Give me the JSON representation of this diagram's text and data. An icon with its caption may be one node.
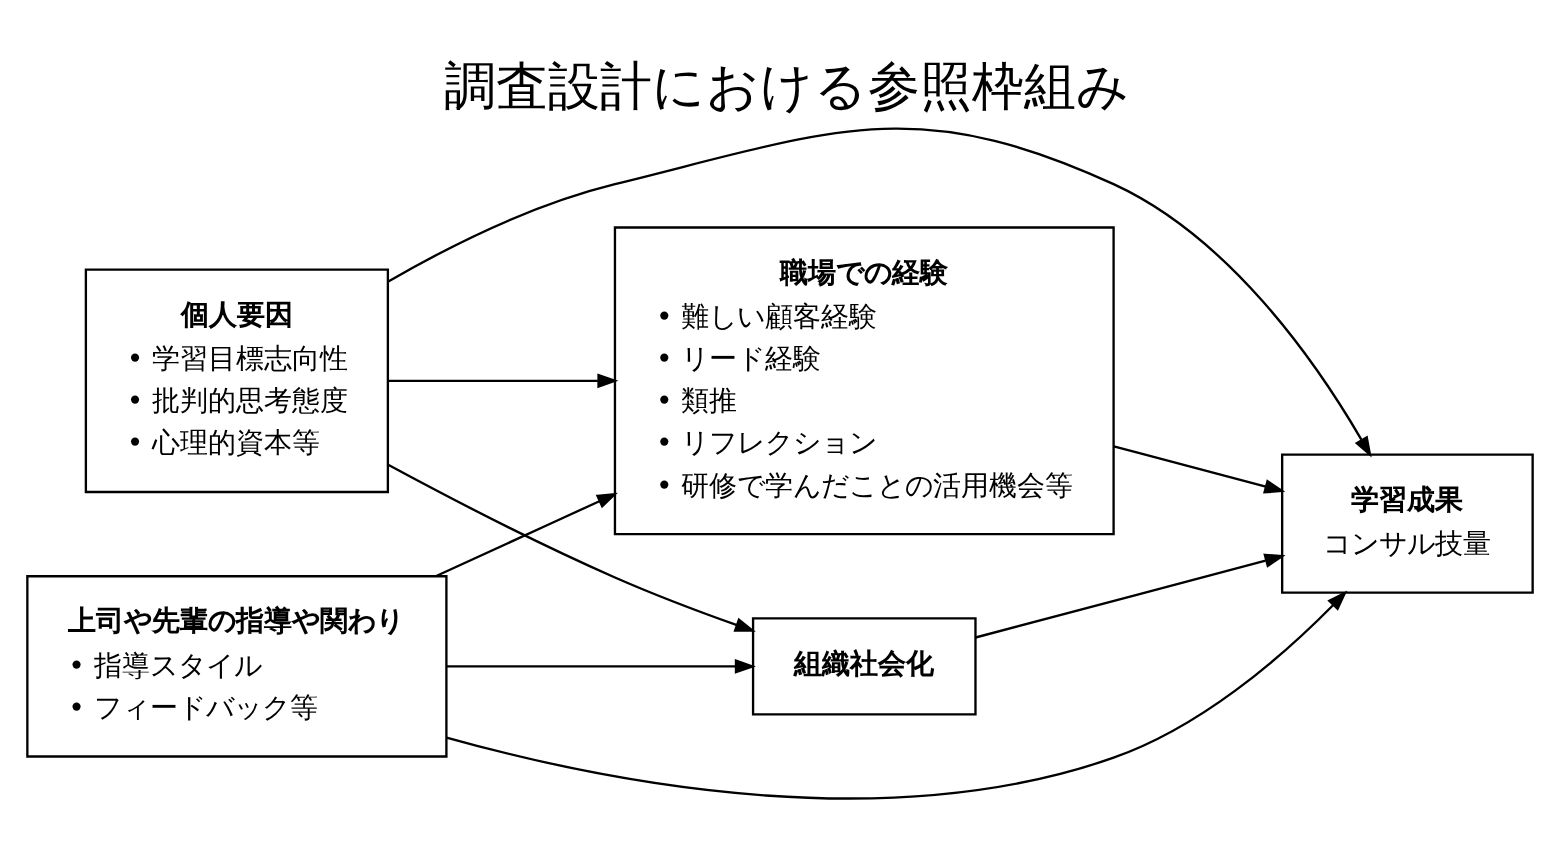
{
  "diagram": {
    "title": "調査設計における参照枠組み",
    "nodes": [
      {
        "text": [
          "個人要因",
          "• 学習目標志向性",
          "• 批判的思考態度",
          "• 心理的資本等"
        ]
      },
      {
        "text": [
          "上司や先輩の指導や関わり",
          "• 指導スタイル",
          "• フィードバック等"
        ]
      },
      {
        "text": [
          "職場での経験",
          "• 難しい顧客経験",
          "• リード経験",
          "• 類推",
          "• リフレクション",
          "• 研修で学んだことの活用機会等"
        ]
      },
      {
        "text": [
          "組織社会化"
        ]
      },
      {
        "text": [
          "学習成果",
          "コンサル技量"
        ]
      }
    ],
    "edges": [
      {
        "from": 0,
        "to": 2,
        "arrow": "to"
      },
      {
        "from": 0,
        "to": 3,
        "arrow": "to"
      },
      {
        "from": 1,
        "to": 2,
        "arrow": "to"
      },
      {
        "from": 1,
        "to": 3,
        "arrow": "to"
      },
      {
        "from": 2,
        "to": 4,
        "arrow": "to"
      },
      {
        "from": 3,
        "to": 4,
        "arrow": "to"
      },
      {
        "from": 0,
        "to": 4,
        "arrow": "to"
      },
      {
        "from": 1,
        "to": 4,
        "arrow": "to"
      }
    ]
  }
}
